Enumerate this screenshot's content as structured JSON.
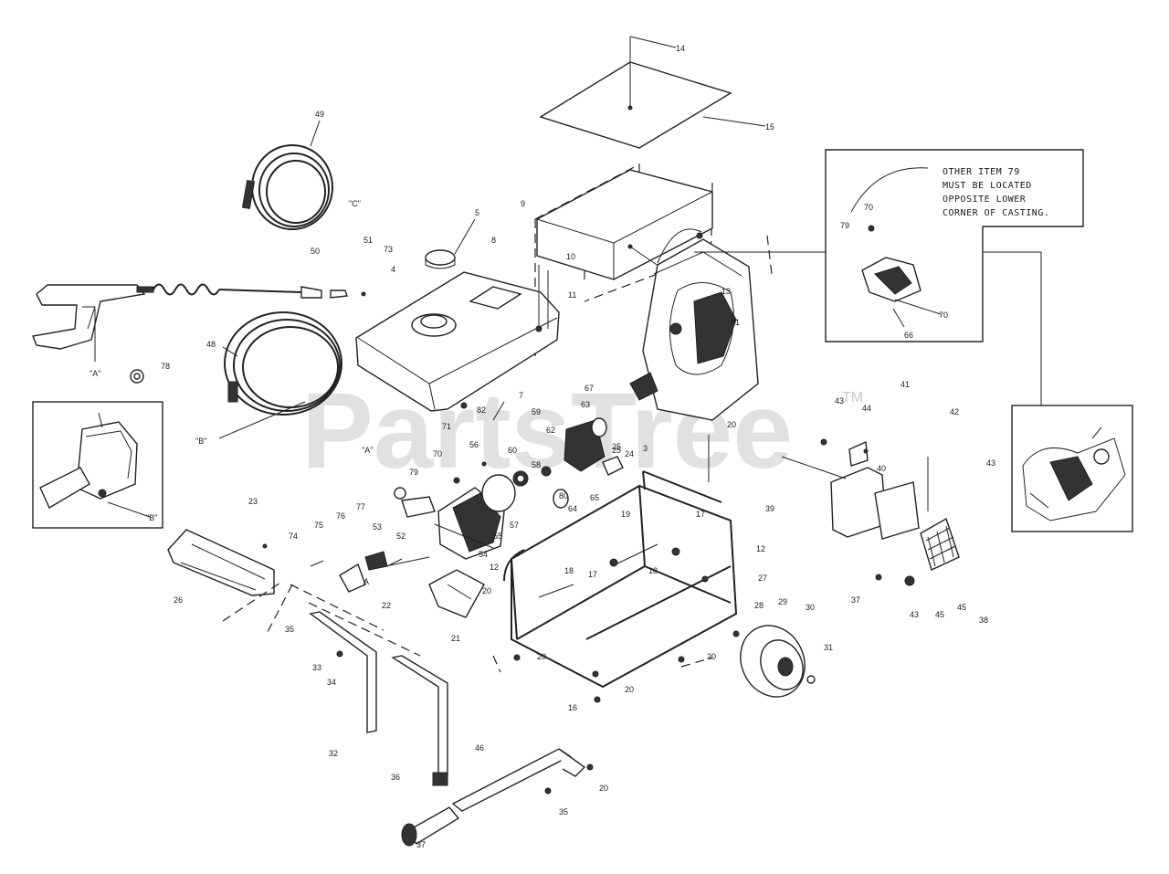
{
  "watermark": {
    "text": "PartsTree",
    "trademark": "TM"
  },
  "inset_note": [
    "OTHER ITEM 79",
    "MUST BE LOCATED",
    "OPPOSITE LOWER",
    "CORNER OF CASTING."
  ],
  "callouts": {
    "c14": "14",
    "c15": "15",
    "c49": "49",
    "c5": "5",
    "c9": "9",
    "c8": "8",
    "c10": "10",
    "c11": "11",
    "c13": "13",
    "c50": "50",
    "c51": "51",
    "c73": "73",
    "c4": "4",
    "c48": "48",
    "c78": "78",
    "c81": "81",
    "c82": "82",
    "c7": "7",
    "c67": "67",
    "c63": "63",
    "c59": "59",
    "c62": "62",
    "c56": "56",
    "c70": "70",
    "c79": "79",
    "c71": "71",
    "c60": "60",
    "c58": "58",
    "c57": "57",
    "c80": "80",
    "c64": "64",
    "c65": "65",
    "c25a": "25",
    "c24": "24",
    "c3": "3",
    "c20a": "20",
    "c55": "55",
    "c53": "53",
    "c52": "52",
    "c54": "54",
    "c77": "77",
    "c76": "76",
    "c75": "75",
    "c74": "74",
    "c23": "23",
    "c26": "26",
    "c22": "22",
    "c21": "21",
    "c20b": "20",
    "c18a": "18",
    "c17a": "17",
    "c18b": "18",
    "c19": "19",
    "c17b": "17",
    "c12a": "12",
    "c12b": "12",
    "c27": "27",
    "c28": "28",
    "c29": "29",
    "c30": "30",
    "c31": "31",
    "c16": "16",
    "c20c": "20",
    "c20d": "20",
    "c20e": "20",
    "c35a": "35",
    "c33": "33",
    "c34": "34",
    "c32": "32",
    "c36": "36",
    "c46": "46",
    "c20f": "20",
    "c35b": "35",
    "c37a": "37",
    "c39": "39",
    "c43a": "43",
    "c44": "44",
    "c41": "41",
    "c40": "40",
    "c42": "42",
    "c43b": "43",
    "c37b": "37",
    "c43c": "43",
    "c45a": "45",
    "c45b": "45",
    "c38": "38",
    "c70i1": "70",
    "c79i": "79",
    "c70i2": "70",
    "c66": "66",
    "cA1": "\"A\"",
    "cA2": "\"A\"",
    "cA3": "A",
    "cB1": "\"B\"",
    "cB2": "\"B\"",
    "cC1": "\"C\"",
    "c25b": "25"
  }
}
